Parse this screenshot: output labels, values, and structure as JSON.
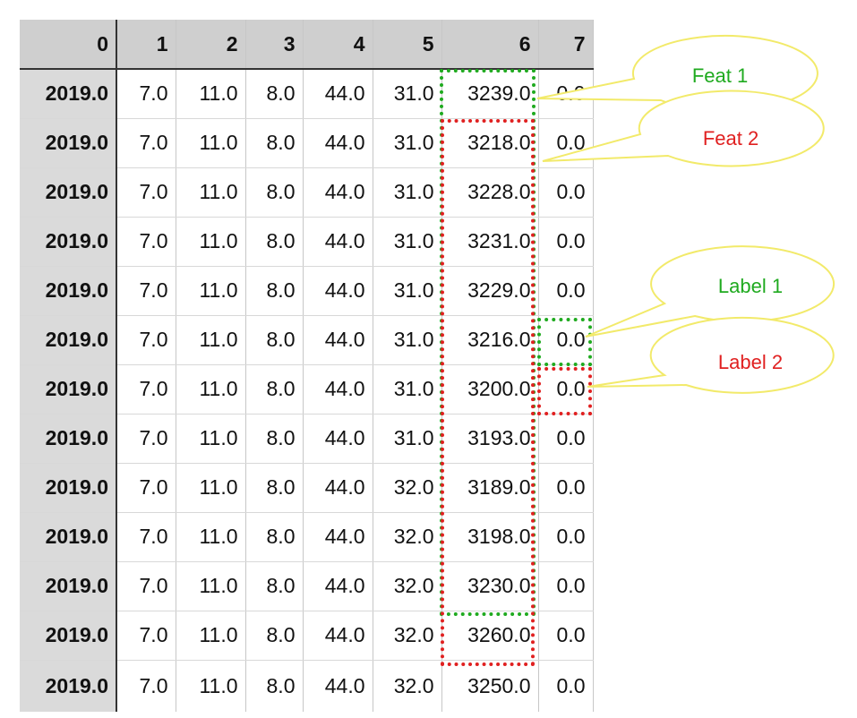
{
  "table": {
    "columns": [
      "0",
      "1",
      "2",
      "3",
      "4",
      "5",
      "6",
      "7"
    ],
    "rows": [
      [
        "2019.0",
        "7.0",
        "11.0",
        "8.0",
        "44.0",
        "31.0",
        "3239.0",
        "0.0"
      ],
      [
        "2019.0",
        "7.0",
        "11.0",
        "8.0",
        "44.0",
        "31.0",
        "3218.0",
        "0.0"
      ],
      [
        "2019.0",
        "7.0",
        "11.0",
        "8.0",
        "44.0",
        "31.0",
        "3228.0",
        "0.0"
      ],
      [
        "2019.0",
        "7.0",
        "11.0",
        "8.0",
        "44.0",
        "31.0",
        "3231.0",
        "0.0"
      ],
      [
        "2019.0",
        "7.0",
        "11.0",
        "8.0",
        "44.0",
        "31.0",
        "3229.0",
        "0.0"
      ],
      [
        "2019.0",
        "7.0",
        "11.0",
        "8.0",
        "44.0",
        "31.0",
        "3216.0",
        "0.0"
      ],
      [
        "2019.0",
        "7.0",
        "11.0",
        "8.0",
        "44.0",
        "31.0",
        "3200.0",
        "0.0"
      ],
      [
        "2019.0",
        "7.0",
        "11.0",
        "8.0",
        "44.0",
        "31.0",
        "3193.0",
        "0.0"
      ],
      [
        "2019.0",
        "7.0",
        "11.0",
        "8.0",
        "44.0",
        "32.0",
        "3189.0",
        "0.0"
      ],
      [
        "2019.0",
        "7.0",
        "11.0",
        "8.0",
        "44.0",
        "32.0",
        "3198.0",
        "0.0"
      ],
      [
        "2019.0",
        "7.0",
        "11.0",
        "8.0",
        "44.0",
        "32.0",
        "3230.0",
        "0.0"
      ],
      [
        "2019.0",
        "7.0",
        "11.0",
        "8.0",
        "44.0",
        "32.0",
        "3260.0",
        "0.0"
      ],
      [
        "2019.0",
        "7.0",
        "11.0",
        "8.0",
        "44.0",
        "32.0",
        "3250.0",
        "0.0"
      ]
    ]
  },
  "callouts": {
    "feat1": "Feat 1",
    "feat2": "Feat 2",
    "label1": "Label 1",
    "label2": "Label 2"
  },
  "colors": {
    "green": "#1faa1f",
    "red": "#e02020",
    "bubble_stroke": "#f2ea6a"
  }
}
